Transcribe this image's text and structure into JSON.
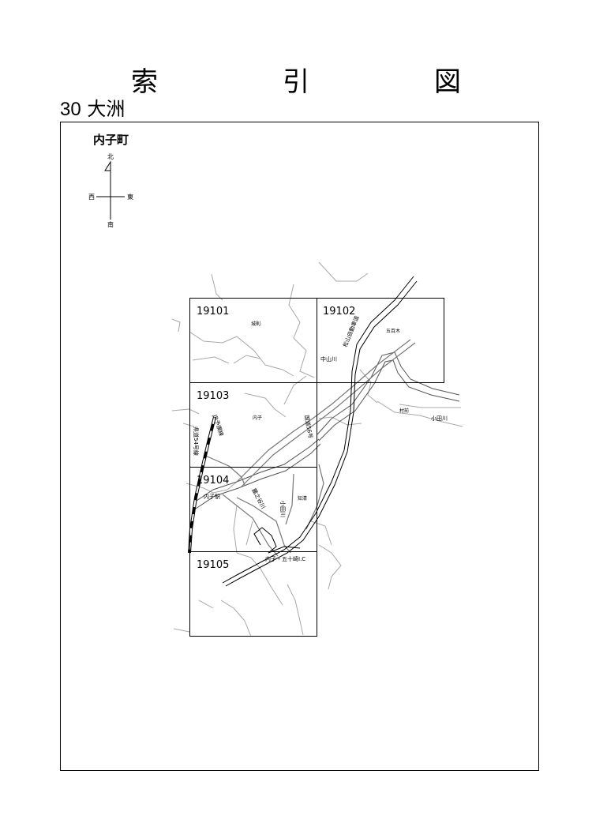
{
  "page": {
    "title": "索　引　図",
    "number": "30",
    "region": "大洲",
    "town": "内子町"
  },
  "compass": {
    "north": "北",
    "south": "南",
    "east": "東",
    "west": "西"
  },
  "sheets": [
    "19101",
    "19102",
    "19103",
    "19104",
    "19105"
  ],
  "place_labels": {
    "jouzoku": "城則",
    "goshaku": "五百木",
    "nakayamagawa": "中山川",
    "uchiko": "内子",
    "murazen": "村前",
    "odagawa_east": "小田川",
    "uchiko_station": "内子駅",
    "chikiyo": "知清",
    "interchange": "内子・五十崎I.C",
    "odagawa_mid": "小田川",
    "fuminogawa": "麓之谷川"
  },
  "route_labels": {
    "expressway": "松山自動車道",
    "national_route": "国道56号",
    "jr_line": "JR予讃線",
    "prefectural_road": "県道54号線"
  }
}
